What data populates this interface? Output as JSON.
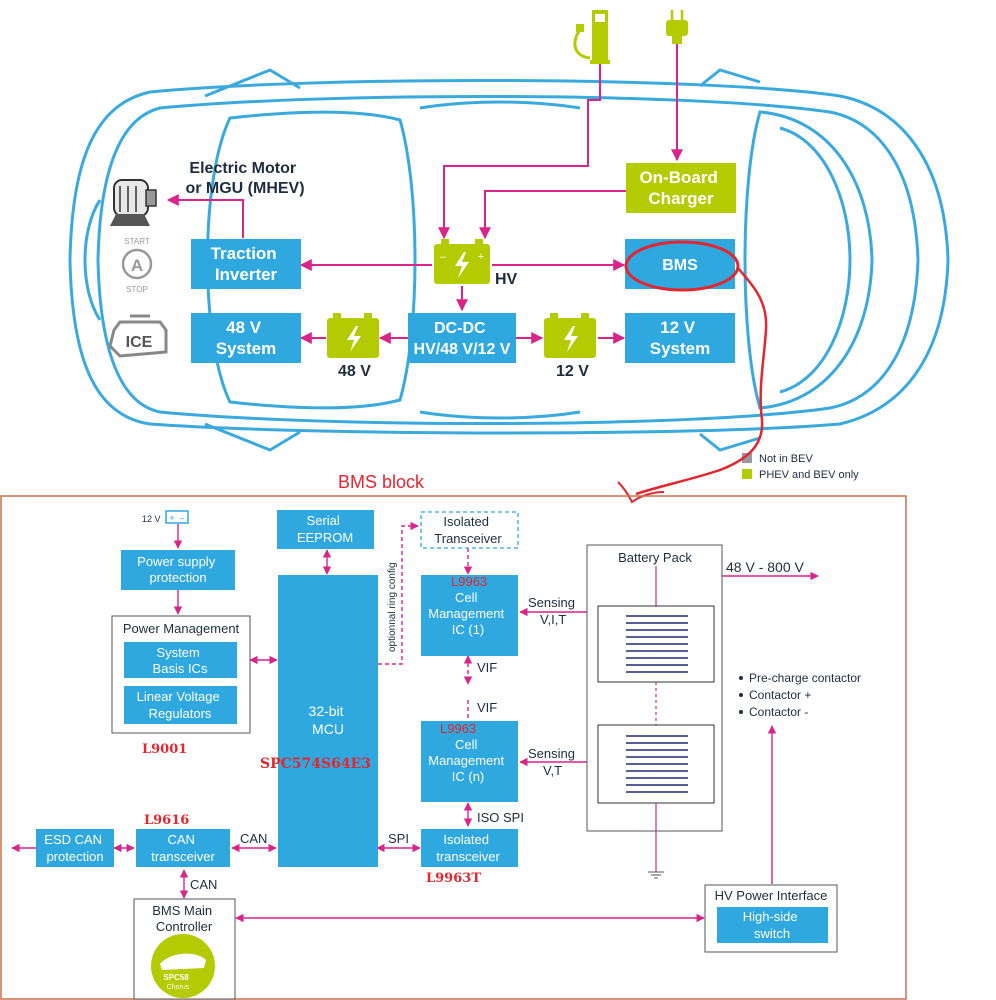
{
  "car": {
    "motor": [
      "Electric Motor",
      "or MGU (MHEV)"
    ],
    "start_stop": [
      "START",
      "A",
      "STOP"
    ],
    "ice": "ICE",
    "traction": [
      "Traction",
      "Inverter"
    ],
    "sys48": [
      "48 V",
      "System"
    ],
    "dcdc": [
      "DC-DC",
      "HV/48 V/12 V"
    ],
    "sys12": [
      "12 V",
      "System"
    ],
    "charger": [
      "On-Board",
      "Charger"
    ],
    "bms": "BMS",
    "hv": "HV",
    "v48": "48 V",
    "v12": "12 V"
  },
  "legend": {
    "grey": "Not in BEV",
    "green": "PHEV and BEV only"
  },
  "colors": {
    "blue": "#2fa8e0",
    "green": "#b3cb00",
    "magenta": "#d9248a",
    "red": "#e3262f",
    "car": "#3aa9dd"
  },
  "block": {
    "title": "BMS block",
    "supply": "12 V",
    "psp": [
      "Power supply",
      "protection"
    ],
    "pm": "Power Management",
    "sbc": [
      "System",
      "Basis ICs"
    ],
    "lvr": [
      "Linear Voltage",
      "Regulators"
    ],
    "l9001": "L9001",
    "eeprom": [
      "Serial",
      "EEPROM"
    ],
    "mcu": [
      "32-bit",
      "MCU"
    ],
    "spc": "SPC574S64E3",
    "ring": "optionnal ring config",
    "iso_top": [
      "Isolated",
      "Transceiver"
    ],
    "cmic1": [
      "Cell",
      "Management",
      "IC (1)"
    ],
    "cmicn": [
      "Cell",
      "Management",
      "IC (n)"
    ],
    "l9963": "L9963",
    "sens1": [
      "Sensing",
      "V,I,T"
    ],
    "sens2": [
      "Sensing",
      "V,T"
    ],
    "vif": "VIF",
    "isospi": "ISO SPI",
    "iso_bot": [
      "Isolated",
      "transceiver"
    ],
    "l9963t": "L9963T",
    "pack": "Battery Pack",
    "v800": "48 V - 800 V",
    "contactors": [
      "Pre-charge contactor",
      "Contactor +",
      "Contactor -"
    ],
    "esd": [
      "ESD CAN",
      "protection"
    ],
    "cantr": [
      "CAN",
      "transceiver"
    ],
    "l9616": "L9616",
    "can": "CAN",
    "spi": "SPI",
    "bmsmain": [
      "BMS Main",
      "Controller"
    ],
    "chorus": [
      "SPC58",
      "Chorus"
    ],
    "hvpi": "HV Power Interface",
    "hss": [
      "High-side",
      "switch"
    ]
  }
}
